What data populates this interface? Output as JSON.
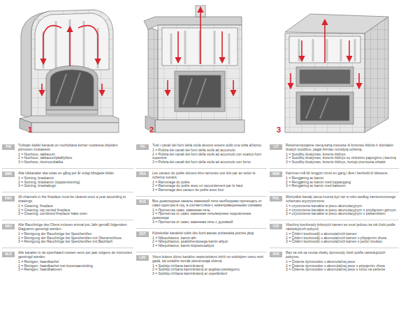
{
  "diagram": {
    "nodes": [
      {
        "text": [
          "FIN"
        ]
      },
      {
        "text": [
          "SWE"
        ]
      },
      {
        "text": [
          "ENG"
        ]
      },
      {
        "text": [
          "DEU"
        ]
      },
      {
        "text": [
          "NLD"
        ]
      },
      {
        "text": [
          "ITA"
        ]
      },
      {
        "text": [
          "FRA"
        ]
      },
      {
        "text": [
          "RUS"
        ]
      },
      {
        "text": [
          "EST"
        ]
      },
      {
        "text": [
          "LAV"
        ]
      },
      {
        "text": [
          "LIT"
        ]
      },
      {
        "text": [
          "NOR"
        ]
      },
      {
        "text": [
          "POL"
        ]
      },
      {
        "text": [
          "CZE"
        ]
      },
      {
        "text": [
          "SVK"
        ]
      }
    ],
    "edges": [],
    "labels": [
      "1",
      "2",
      "3",
      "Tulisijan kaikki kanavat on nuohottava kerran vuodessa ohjeiden piirrosten mukaisesti.",
      "1 = Nuohous, takkauuni",
      "2 = Nuohous, takkauuni/päällyliitos",
      "3 = Nuohous, leivinuunitakka",
      "Alla rökkanaler ska sotas en gång per år enligt bifogade bilder.",
      "1 = Sotning, braskamin",
      "2 = Sotning, braskamin (toppanslutning)",
      "3 = Sotning, brasbakugn",
      "All channels in the fireplace must be cleared once a year according to drawings.",
      "1 = Cleaning, fireplace",
      "2 = Cleaning, top vented fireplace",
      "3 = Cleaning, combined fireplace/ bake oven",
      "Alle Rauchzüge des Ofens müssen einmal pro Jahr gemäß folgendem Diagramm gereinigt werden.",
      "1 = Reinigung der Rauchzüge bei Speicheröfen",
      "2 = Reinigung der Rauchzüge bei Speicheröfen mit Oberanschluss",
      "3 = Reinigung der Rauchzüge bei Speicheröfen mit Backfach",
      "Alle kanalen in de openhaard moeten eens per jaar volgens de instructies gereinigd worden.",
      "1 = Reinigen, haardkachel",
      "2 = Reinigen, haardkachel met bovenaansluiting",
      "3 = Reinigen, haardbakoven",
      "Tutti i canali dei fumi della stufa devono essere puliti una volta all'anno.",
      "1 = Pulizia dei canali dei fumi della stufa ad accumulo",
      "2 = Pulizia dei canali dei fumi della stufa ad accumulo con scarico fumi superiore",
      "3 = Pulizia dei canali dei fumi della stufa ad accumulo con forno",
      "Les canaux du poêle doivent être ramonés une fois par an selon le schéma suivant.",
      "1 = Ramonage du poêle",
      "2 = Ramonage du poêle avec un raccordement par le haut",
      "3 = Ramonage des canaux du poêle avec four",
      "Все дымоходные каналы каменной печи необходимо прочищать от сажи один раз в год, в соответствии с нижеприведенными схемами.",
      "1 = Прочистка сажи, каменная печь",
      "2 = Прочистка от сажи, каменная печь/верхнее подключение дымохода",
      "3 = Прочистка от сажи, каменная печь с духовкой",
      "Küttekolde kanaleid tuleb üks kord aastas puhastada joonise järgi.",
      "1 = Nõepuhastus, kamin-ahi",
      "2 = Nõepuhastus, pealtühendusega kamin-ahjud",
      "3 = Nõepuhastus, kamin-küpsetusahjud",
      "Visus krāsns dūmu kanālus nepieciešams iztīrīt no sodrējiem vienu reizi gadā, kā norādīts zemāk pievienotajā shēmā.",
      "1 = Sodrēju tīrīšana kamīnkrāsnij",
      "2 = Sodrēju tīrīšana kamīnkrāsnij ar augšējo pieslēgumu",
      "3 = Sodrēju tīrīšana kamīnkrāsnij ar cepeškrāsni",
      "Rekomenduojame vieną kartą metuose iš krosnies-židinio ir dūmtakio išvalyti suodžius, pagal žemiau nurodytą schemą.",
      "1 = Suodžių išvalymas, krosnis-židinys",
      "2 = Suodžių išvalymas, krosnis-židinys su viršutiniu pajungimu į kaminą",
      "3 = Suodžių išvalymas, krosnis-židinys, kuriuje įmontuota orkaitė",
      "Kaminen må bli rengjort minst en gang i året i henhold til skissene.",
      "1 = Rengjøring av kamin",
      "2 = Rengjøring av kamin med toppavgang",
      "3 = Rengjøring av kamin med bakeovn",
      "Wszystkie kanały pieca muszą być raz w roku według zamieszczonego schematu wyczyszczone.",
      "1 = czyszczenie kanałów w piecu akumulacyjnym",
      "2 = czyszczenie kanałów w piecu akumulacyjnym z przyłączem górnym",
      "3 = czyszczenie kanałów w piecu akumulacyjnym z piekarnikiem",
      "Všechny kouřovody krbových kamen se musí jednou za rok čistit podle následujících pokynů.",
      "1 = Čištění kouřovodů u akumulačních kamen",
      "2 = Čištění kouřovodů u akumulačních kamen s připojením shora",
      "3 = Čištění kouřovodů u akumulačních kamen s pečicí troubou",
      "Raz za rok sa musia všetky dymovody čistiť podľa nasledujúcich pokynov.",
      "1 = Čistenie dymovodov u akumulačnej pece",
      "2 = Čistenie dymovodov u akumulačnej pece s pripojením zhora",
      "3 = Čistenie dymovodov u akumulačnej pece s rúrou na pečenie"
    ]
  }
}
